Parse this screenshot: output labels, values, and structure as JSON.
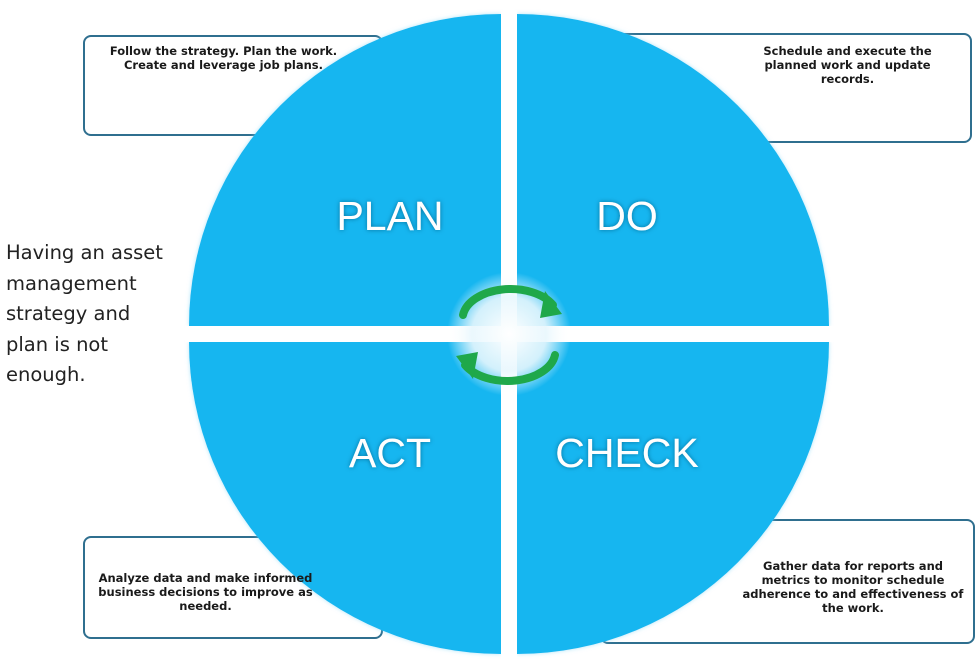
{
  "side_note": "Having an asset management strategy and plan is not enough.",
  "quadrants": {
    "plan": {
      "label": "PLAN",
      "description": "Follow the strategy. Plan the work. Create and leverage job plans."
    },
    "do": {
      "label": "DO",
      "description": "Schedule and execute the planned work and update records."
    },
    "act": {
      "label": "ACT",
      "description": "Analyze data and make informed business decisions to improve as needed."
    },
    "check": {
      "label": "CHECK",
      "description": "Gather data for reports and metrics to monitor schedule adherence to  and effectiveness of the work."
    }
  },
  "colors": {
    "quadrant_fill": "#16b6f0",
    "arrow": "#1fa84a",
    "box_border": "#2f6f8f"
  }
}
